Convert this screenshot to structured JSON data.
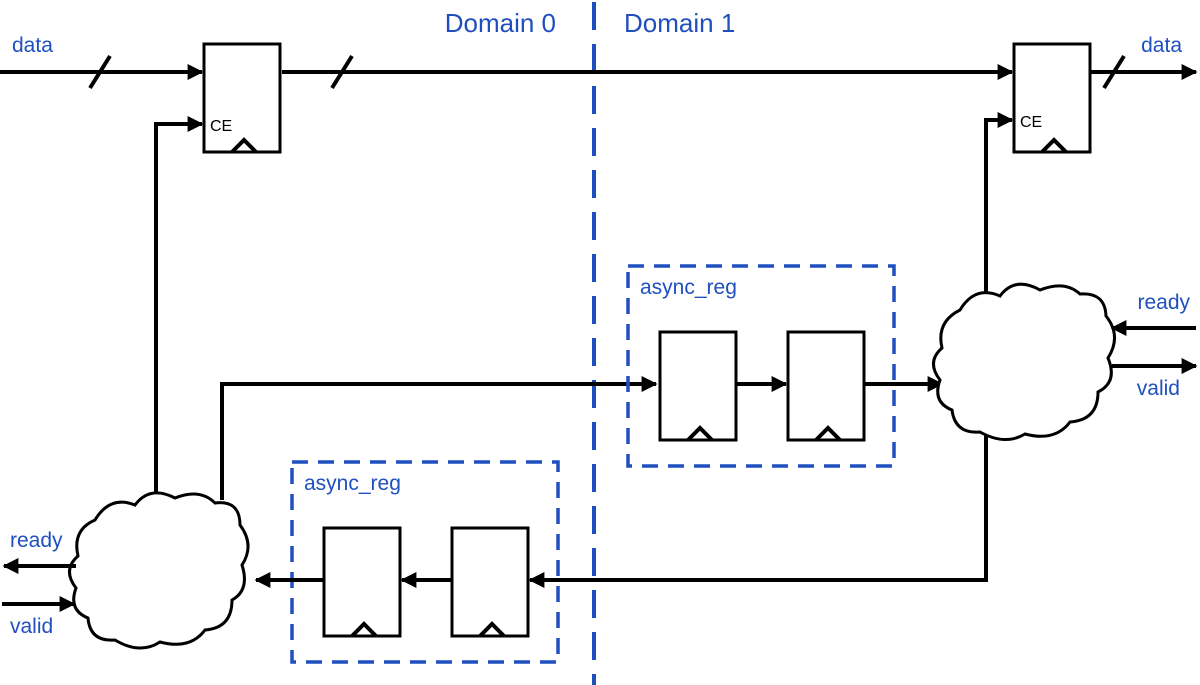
{
  "domains": {
    "left": "Domain 0",
    "right": "Domain 1"
  },
  "signals": {
    "data_in": "data",
    "data_out": "data",
    "ready_left": "ready",
    "valid_left": "valid",
    "ready_right": "ready",
    "valid_right": "valid"
  },
  "registers": {
    "clock_enable_label": "CE"
  },
  "sync_blocks": {
    "label_top": "async_reg",
    "label_bottom": "async_reg"
  },
  "colors": {
    "accent": "#1f4fbf",
    "line": "#000000"
  }
}
